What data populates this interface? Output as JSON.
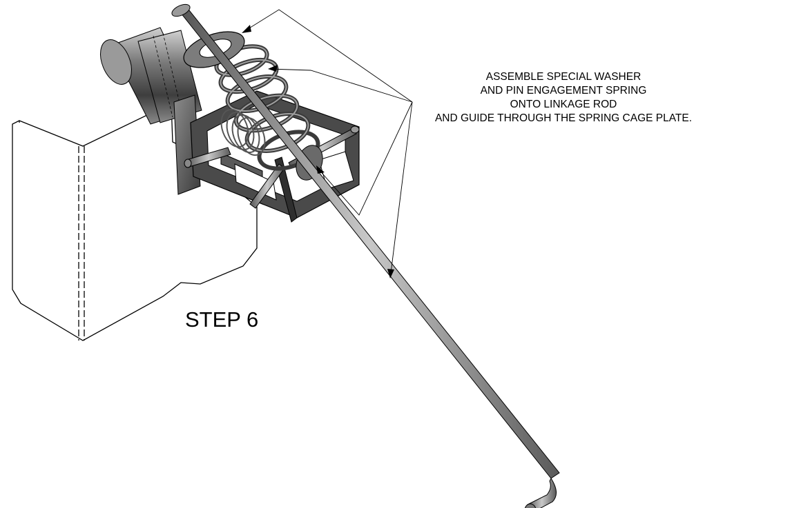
{
  "instruction": {
    "lines": [
      "ASSEMBLE SPECIAL WASHER",
      "AND PIN ENGAGEMENT SPRING",
      "ONTO LINKAGE ROD",
      "AND GUIDE THROUGH THE SPRING CAGE PLATE."
    ]
  },
  "step_label": "STEP 6",
  "colors": {
    "line": "#000000",
    "metal_dark": "#3a3a3a",
    "metal_mid": "#6e6e6e",
    "metal_light": "#b8b8b8",
    "background": "#ffffff"
  }
}
